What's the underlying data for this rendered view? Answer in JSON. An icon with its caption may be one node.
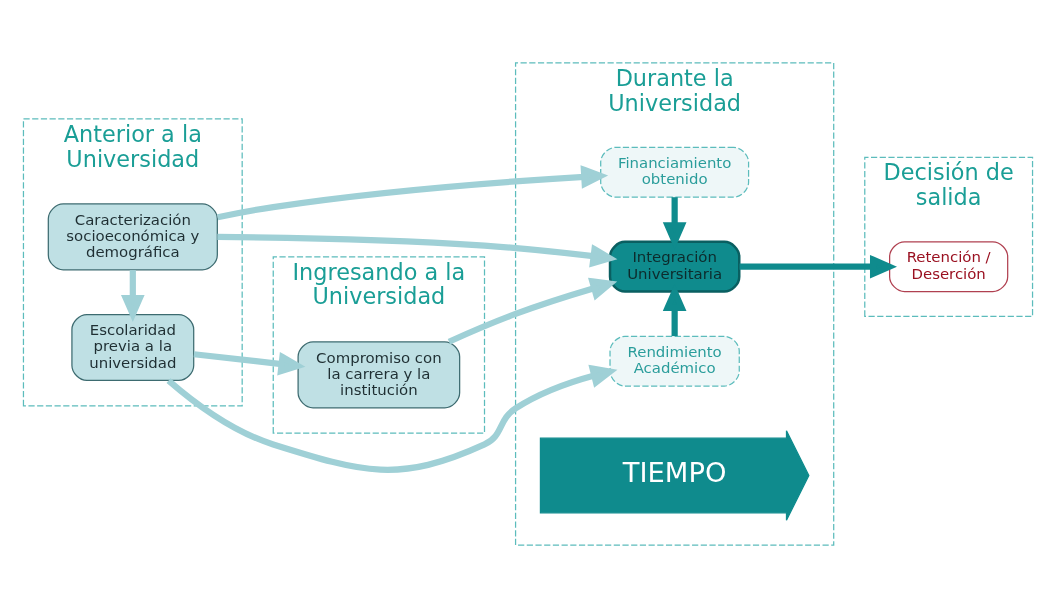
{
  "diagram": {
    "nodes": [
      {
        "text": [
          "Anterior a la Universidad"
        ]
      },
      {
        "text": [
          "Ingresando a la Universidad"
        ]
      },
      {
        "text": [
          "Durante la Universidad"
        ]
      },
      {
        "text": [
          "Decisión de salida"
        ]
      },
      {
        "text": [
          "Caracterización socioeconómica y demográfica"
        ],
        "in": 0
      },
      {
        "text": [
          "Escolaridad previa a la universidad"
        ],
        "in": 0
      },
      {
        "text": [
          "Compromiso con la carrera y la institución"
        ],
        "in": 1
      },
      {
        "text": [
          "Financiamiento obtenido"
        ],
        "in": 2
      },
      {
        "text": [
          "Integración Universitaria"
        ],
        "in": 2
      },
      {
        "text": [
          "Rendimiento Académico"
        ],
        "in": 2
      },
      {
        "text": [
          "TIEMPO"
        ],
        "in": 2
      },
      {
        "text": [
          "Retención / Deserción"
        ],
        "in": 3
      }
    ],
    "edges": [
      {
        "from": 4,
        "to": 7,
        "arrow": "to"
      },
      {
        "from": 4,
        "to": 5,
        "arrow": "to"
      },
      {
        "from": 4,
        "to": 8,
        "arrow": "to"
      },
      {
        "from": 5,
        "to": 6,
        "arrow": "to"
      },
      {
        "from": 6,
        "to": 8,
        "arrow": "to"
      },
      {
        "from": 5,
        "to": 9,
        "arrow": "to"
      },
      {
        "from": 7,
        "to": 8,
        "arrow": "to",
        "color": "#0f8b8d"
      },
      {
        "from": 9,
        "to": 8,
        "arrow": "to",
        "color": "#0f8b8d"
      },
      {
        "from": 8,
        "to": 11,
        "arrow": "to",
        "color": "#0f8b8d"
      }
    ]
  }
}
